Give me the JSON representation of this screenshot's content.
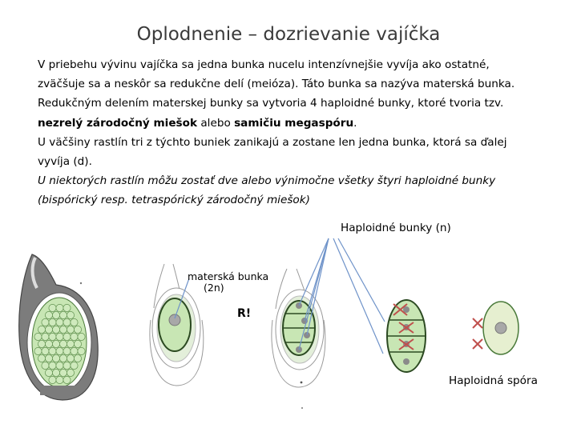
{
  "title": "Oplodnenie – dozrievanie vajíčka",
  "paragraph1": {
    "line1": "V priebehu vývinu vajíčka sa jedna bunka nucelu intenzívnejšie vyvíja ako ostatné,",
    "line2": "zväčšuje sa a neskôr sa redukčne delí (meióza). Táto bunka sa nazýva materská bunka.",
    "line3": "Redukčným delením materskej bunky sa vytvoria 4 haploidné bunky, ktoré  tvoria tzv.",
    "line4_bold1": "nezrelý zárodočný miešok",
    "line4_mid": " alebo ",
    "line4_bold2": "samičiu megaspóru",
    "line4_end": "."
  },
  "paragraph2": {
    "line1": "U väčšiny rastlín tri z týchto buniek zanikajú a zostane len jedna bunka, ktorá sa ďalej",
    "line2": "vyvíja (d)."
  },
  "paragraph3": {
    "line1": "U niektorých rastlín môžu zostať dve alebo výnimočne všetky štyri haploidné bunky",
    "line2": "(bispórický resp. tetraspórický zárodočný miešok)"
  },
  "labels": {
    "haploid_cells": "Haploidné bunky (n)",
    "mother_cell": "materská bunka",
    "mother_cell_ploidy": "(2n)",
    "meiosis": "R!",
    "haploid_spore": "Haploidná spóra"
  },
  "colors": {
    "cell_fill": "#c8e6b4",
    "cell_stroke": "#4a7a3a",
    "nucleus": "#a8a8a8",
    "pointer": "#6f93c9",
    "cross": "#c0504d"
  }
}
